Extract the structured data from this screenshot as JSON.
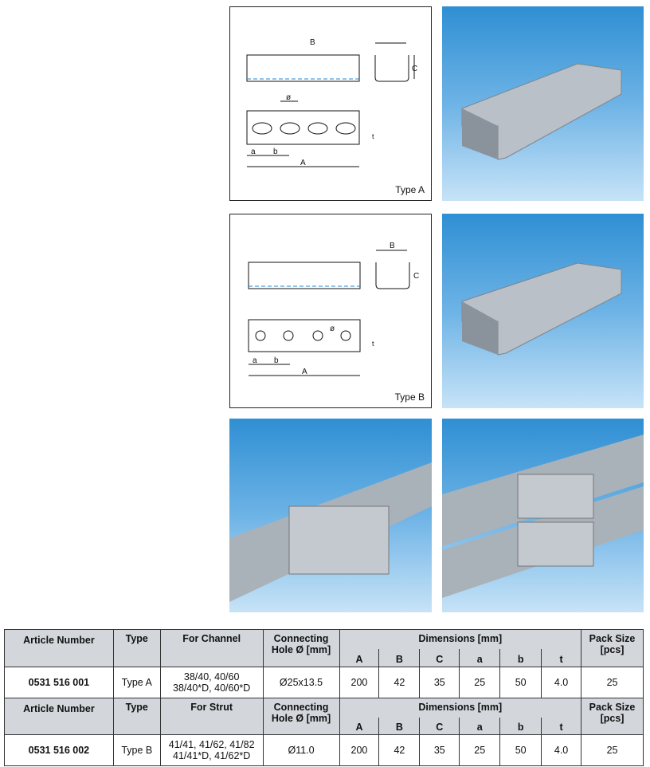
{
  "drawings": [
    {
      "label": "Type A",
      "dims": [
        "A",
        "B",
        "C",
        "a",
        "b",
        "t",
        "ø"
      ]
    },
    {
      "label": "Type B",
      "dims": [
        "A",
        "B",
        "C",
        "a",
        "b",
        "t",
        "ø"
      ]
    }
  ],
  "table": {
    "sections": [
      {
        "header": {
          "article": "Article Number",
          "type": "Type",
          "for": "For Channel",
          "hole": "Connecting Hole Ø [mm]",
          "dimensions": "Dimensions [mm]",
          "dim_cols": [
            "A",
            "B",
            "C",
            "a",
            "b",
            "t"
          ],
          "pack": "Pack Size [pcs]"
        },
        "row": {
          "article": "0531 516 001",
          "type": "Type A",
          "for_line1": "38/40, 40/60",
          "for_line2": "38/40*D, 40/60*D",
          "hole": "Ø25x13.5",
          "A": "200",
          "B": "42",
          "C": "35",
          "a": "25",
          "b": "50",
          "t": "4.0",
          "pack": "25"
        }
      },
      {
        "header": {
          "article": "Article Number",
          "type": "Type",
          "for": "For Strut",
          "hole": "Connecting Hole Ø [mm]",
          "dimensions": "Dimensions [mm]",
          "dim_cols": [
            "A",
            "B",
            "C",
            "a",
            "b",
            "t"
          ],
          "pack": "Pack Size [pcs]"
        },
        "row": {
          "article": "0531 516 002",
          "type": "Type B",
          "for_line1": "41/41, 41/62, 41/82",
          "for_line2": "41/41*D, 41/62*D",
          "hole": "Ø11.0",
          "A": "200",
          "B": "42",
          "C": "35",
          "a": "25",
          "b": "50",
          "t": "4.0",
          "pack": "25"
        }
      }
    ]
  }
}
